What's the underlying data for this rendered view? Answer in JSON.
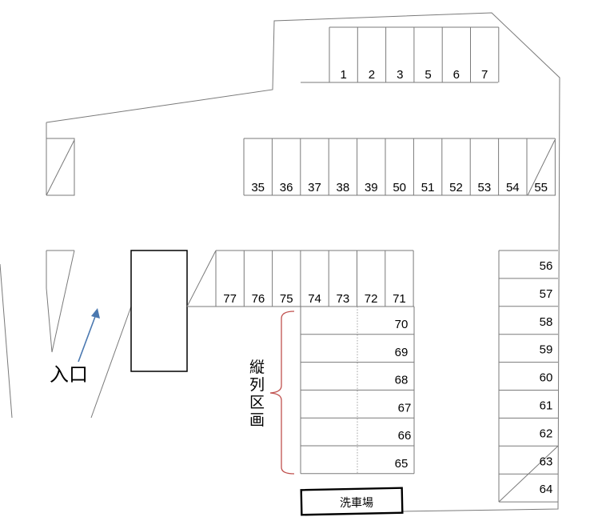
{
  "map": {
    "entrance_label": "入口",
    "vertical_section_label": "縦列区画",
    "car_wash_label": "洗車場",
    "colors": {
      "arrow": "#4a78b0",
      "bracket": "#c0504d",
      "outline": "#7a7a7a"
    }
  },
  "spaces": {
    "row_top": [
      "1",
      "2",
      "3",
      "5",
      "6",
      "7"
    ],
    "row_middle": [
      "35",
      "36",
      "37",
      "38",
      "39",
      "50",
      "51",
      "52",
      "53",
      "54",
      "55"
    ],
    "row_lower": [
      "77",
      "76",
      "75",
      "74",
      "73",
      "72",
      "71"
    ],
    "column_center": [
      "70",
      "69",
      "68",
      "67",
      "66",
      "65"
    ],
    "column_right": [
      "56",
      "57",
      "58",
      "59",
      "60",
      "61",
      "62",
      "63",
      "64"
    ]
  }
}
